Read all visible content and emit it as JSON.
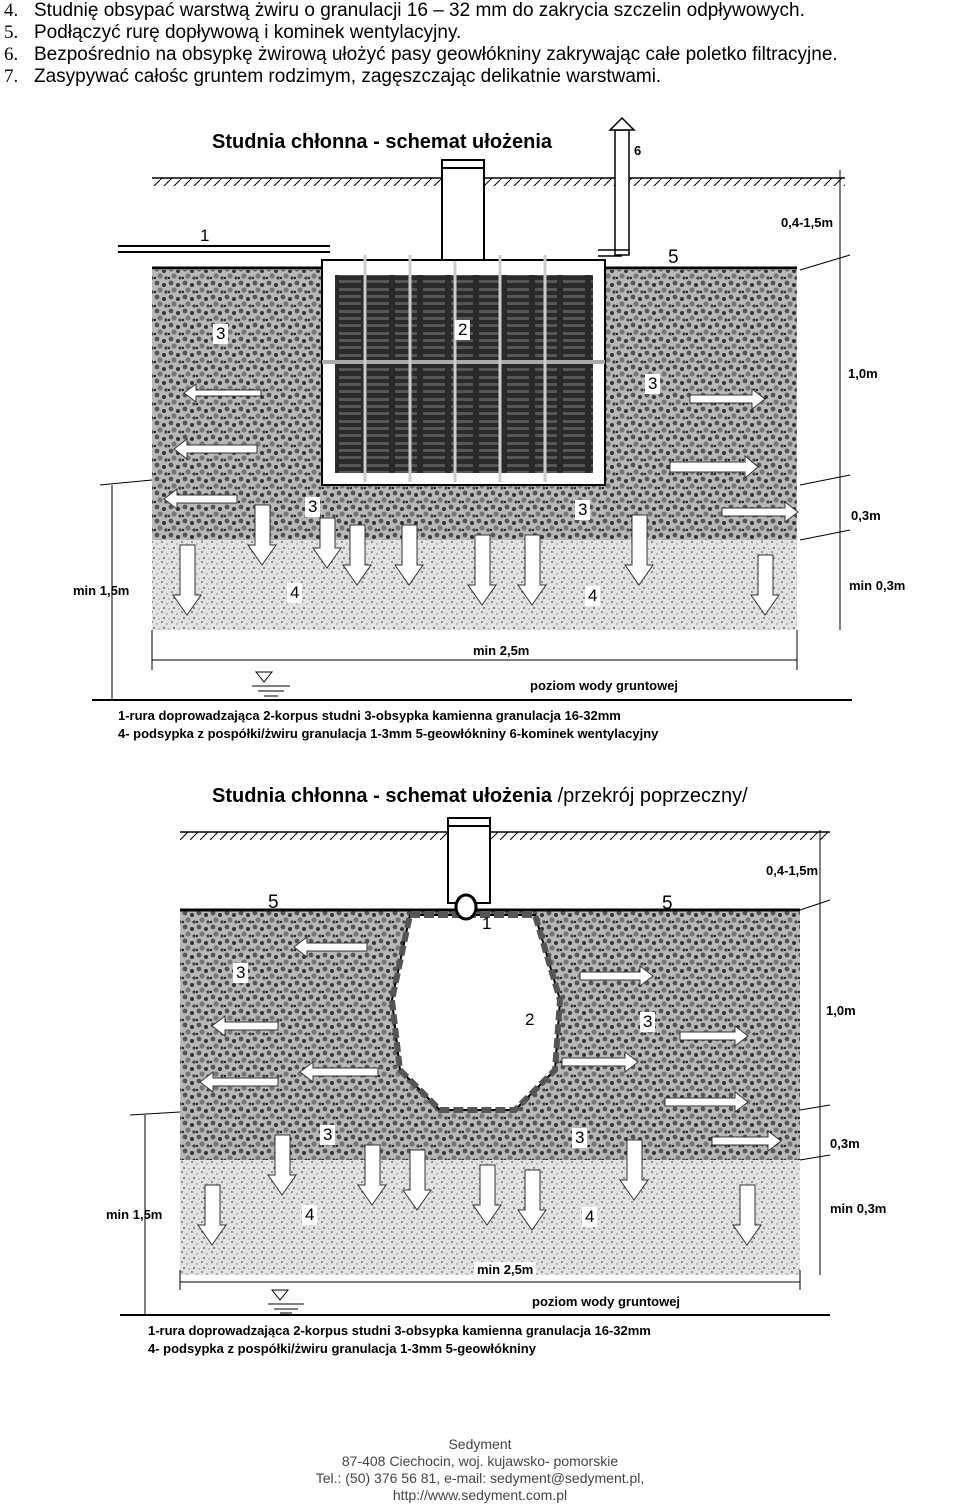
{
  "steps": [
    {
      "num": "4.",
      "text": "Studnię obsypać warstwą żwiru  o granulacji  16 – 32 mm do zakrycia szczelin odpływowych."
    },
    {
      "num": "5.",
      "text": "Podłączyć rurę dopływową i kominek wentylacyjny."
    },
    {
      "num": "6.",
      "text": "Bezpośrednio na obsypkę żwirową ułożyć pasy geowłókniny zakrywając całe poletko filtracyjne."
    },
    {
      "num": "7.",
      "text": "Zasypywać całośc gruntem rodzimym, zagęszczając delikatnie warstwami."
    }
  ],
  "diagram1": {
    "title": "Studnia chłonna - schemat ułożenia",
    "labels": {
      "n1": "1",
      "n2": "2",
      "n3": "3",
      "n4": "4",
      "n5": "5",
      "n6": "6"
    },
    "dims": {
      "cover": "0,4-1,5m",
      "gravel": "1,0m",
      "bottom": "0,3m",
      "min03": "min 0,3m",
      "min15": "min 1,5m",
      "min25": "min 2,5m"
    },
    "water": "poziom wody gruntowej",
    "legend_line1": "1-rura doprowadzająca  2-korpus studni  3-obsypka kamienna granulacja 16-32mm",
    "legend_line2": "4- podsypka z pospółki/żwiru granulacja 1-3mm     5-geowłókniny     6-kominek wentylacyjny"
  },
  "diagram2": {
    "title": "Studnia chłonna - schemat ułożenia",
    "subtitle": "/przekrój poprzeczny/",
    "labels": {
      "n1": "1",
      "n2": "2",
      "n3": "3",
      "n4": "4",
      "n5": "5"
    },
    "dims": {
      "cover": "0,4-1,5m",
      "gravel": "1,0m",
      "bottom": "0,3m",
      "min03": "min 0,3m",
      "min15": "min 1,5m",
      "min25": "min 2,5m"
    },
    "water": "poziom wody gruntowej",
    "legend_line1": "1-rura doprowadzająca  2-korpus studni  3-obsypka kamienna granulacja 16-32mm",
    "legend_line2": "4- podsypka z pospółki/żwiru granulacja 1-3mm     5-geowłókniny"
  },
  "footer": {
    "company": "Sedyment",
    "address": "87-408 Ciechocin, woj. kujawsko- pomorskie",
    "contact": "Tel.: (50) 376 56 81, e-mail: sedyment@sedyment.pl,",
    "url": "http://www.sedyment.com.pl"
  },
  "colors": {
    "gravel": "#9a9a9a",
    "soil": "#ffffff",
    "tank": "#3a3a3a",
    "line": "#000000"
  }
}
